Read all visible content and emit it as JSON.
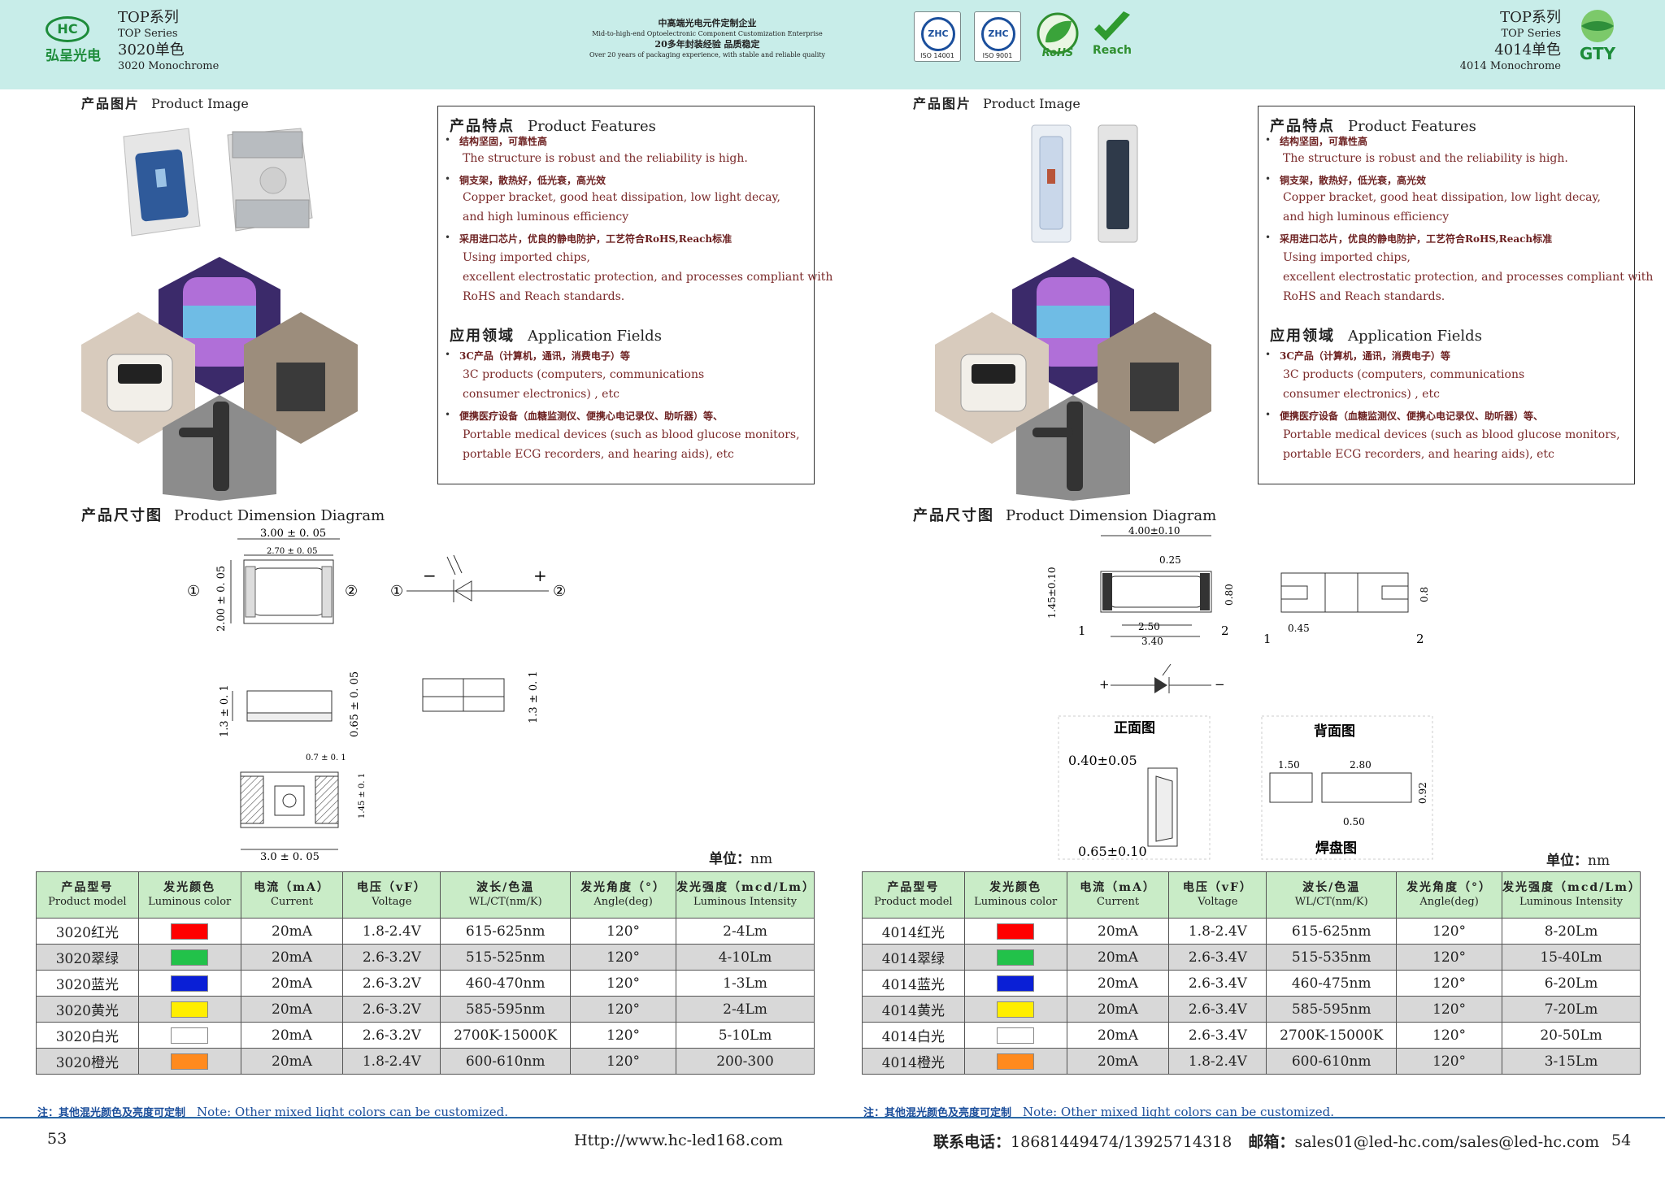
{
  "header": {
    "left_logo_text": "HC",
    "left_logo_cn": "弘呈光电",
    "left_series": {
      "cn": "TOP系列",
      "en": "TOP  Series",
      "model_cn": "3020单色",
      "model_en": "3020 Monochrome"
    },
    "company": {
      "cn1": "中高端光电元件定制企业",
      "en1": "Mid-to-high-end Optoelectronic Component Customization Enterprise",
      "cn2": "20多年封装经验 品质稳定",
      "en2": "Over 20 years of packaging experience, with stable and reliable quality"
    },
    "certs": [
      {
        "icon": "zhc-iso14001-icon",
        "mark": "ZHC",
        "label": "ISO 14001"
      },
      {
        "icon": "zhc-iso9001-icon",
        "mark": "ZHC",
        "label": "ISO 9001"
      },
      {
        "icon": "rohs-leaf-icon",
        "mark": "RoHS",
        "label": ""
      },
      {
        "icon": "reach-check-icon",
        "mark": "Reach",
        "label": ""
      }
    ],
    "right_series": {
      "cn": "TOP系列",
      "en": "TOP  Series",
      "model_cn": "4014单色",
      "model_en": "4014 Monochrome"
    },
    "right_logo_text": "GTY"
  },
  "common": {
    "product_image_cn": "产品图片",
    "product_image_en": "Product Image",
    "features_cn": "产品特点",
    "features_en": "Product Features",
    "features": [
      {
        "cn": "结构坚固，可靠性高",
        "en": [
          "The structure is robust and the reliability is high."
        ]
      },
      {
        "cn": "铜支架，散热好，低光衰，高光效",
        "en": [
          "Copper bracket, good heat dissipation, low light decay,",
          "and high luminous efficiency"
        ]
      },
      {
        "cn": "采用进口芯片，优良的静电防护，工艺符合RoHS,Reach标准",
        "en": [
          "Using imported chips,",
          "excellent electrostatic protection, and processes compliant with",
          "RoHS and Reach standards."
        ]
      }
    ],
    "applications_cn": "应用领域",
    "applications_en": "Application Fields",
    "applications": [
      {
        "cn": "3C产品（计算机，通讯，消费电子）等",
        "en": [
          "3C products (computers, communications",
          "consumer electronics) , etc"
        ]
      },
      {
        "cn": "便携医疗设备（血糖监测仪、便携心电记录仪、助听器）等、",
        "en": [
          "Portable medical devices (such as blood glucose monitors,",
          "portable ECG recorders, and hearing aids), etc"
        ]
      }
    ],
    "dimension_cn": "产品尺寸图",
    "dimension_en": "Product Dimension Diagram",
    "unit_label": "单位：",
    "unit_value": "nm",
    "table_headers": [
      {
        "cn": "产品型号",
        "en": "Product model"
      },
      {
        "cn": "发光颜色",
        "en": "Luminous color"
      },
      {
        "cn": "电流（mA）",
        "en": "Current"
      },
      {
        "cn": "电压（vF）",
        "en": "Voltage"
      },
      {
        "cn": "波长/色温",
        "en": "WL/CT(nm/K)"
      },
      {
        "cn": "发光角度（°）",
        "en": "Angle(deg)"
      },
      {
        "cn": "发光强度（mcd/Lm）",
        "en": "Luminous Intensity"
      }
    ],
    "note_cn": "注：其他混光颜色及亮度可定制",
    "note_en": "Note: Other mixed light colors can be customized."
  },
  "left_page": {
    "dims": {
      "w": "3.00 ± 0. 05",
      "inner_w": "2.70 ± 0. 05",
      "h": "2.00 ± 0. 05",
      "side_h": "1.3 ± 0. 1",
      "side_t": "0.65 ± 0. 05",
      "side2_h": "1.3 ± 0. 1",
      "pad_w": "0.7 ± 0. 1",
      "pad_h": "1.45 ± 0. 1",
      "bottom_w": "3.0 ± 0. 05",
      "pin1": "①",
      "pin2": "②",
      "minus": "−",
      "plus": "+"
    },
    "rows": [
      {
        "model": "3020红光",
        "color": "#ff0000",
        "current": "20mA",
        "voltage": "1.8-2.4V",
        "wl": "615-625nm",
        "angle": "120°",
        "intensity": "2-4Lm"
      },
      {
        "model": "3020翠绿",
        "color": "#22c24a",
        "current": "20mA",
        "voltage": "2.6-3.2V",
        "wl": "515-525nm",
        "angle": "120°",
        "intensity": "4-10Lm"
      },
      {
        "model": "3020蓝光",
        "color": "#0a1fd6",
        "current": "20mA",
        "voltage": "2.6-3.2V",
        "wl": "460-470nm",
        "angle": "120°",
        "intensity": "1-3Lm"
      },
      {
        "model": "3020黄光",
        "color": "#ffee00",
        "current": "20mA",
        "voltage": "2.6-3.2V",
        "wl": "585-595nm",
        "angle": "120°",
        "intensity": "2-4Lm"
      },
      {
        "model": "3020白光",
        "color": "#ffffff",
        "current": "20mA",
        "voltage": "2.6-3.2V",
        "wl": "2700K-15000K",
        "angle": "120°",
        "intensity": "5-10Lm"
      },
      {
        "model": "3020橙光",
        "color": "#ff8a1e",
        "current": "20mA",
        "voltage": "1.8-2.4V",
        "wl": "600-610nm",
        "angle": "120°",
        "intensity": "200-300"
      }
    ],
    "page_number": "53",
    "url": "Http://www.hc-led168.com"
  },
  "right_page": {
    "dims": {
      "w": "4.00±0.10",
      "d025": "0.25",
      "h": "1.45±0.10",
      "d080": "0.80",
      "d250": "2.50",
      "d340": "3.40",
      "d045": "0.45",
      "d08": "0.8",
      "pin1": "1",
      "pin2": "2",
      "pin1b": "1",
      "pin2b": "2",
      "front_cn": "正面图",
      "back_cn": "背面图",
      "pad_cn": "焊盘图",
      "d040": "0.40±0.05",
      "d065": "0.65±0.10",
      "d150": "1.50",
      "d280": "2.80",
      "d092": "0.92",
      "d050": "0.50",
      "plus": "+",
      "minus": "−"
    },
    "rows": [
      {
        "model": "4014红光",
        "color": "#ff0000",
        "current": "20mA",
        "voltage": "1.8-2.4V",
        "wl": "615-625nm",
        "angle": "120°",
        "intensity": "8-20Lm"
      },
      {
        "model": "4014翠绿",
        "color": "#22c24a",
        "current": "20mA",
        "voltage": "2.6-3.4V",
        "wl": "515-535nm",
        "angle": "120°",
        "intensity": "15-40Lm"
      },
      {
        "model": "4014蓝光",
        "color": "#0a1fd6",
        "current": "20mA",
        "voltage": "2.6-3.4V",
        "wl": "460-475nm",
        "angle": "120°",
        "intensity": "6-20Lm"
      },
      {
        "model": "4014黄光",
        "color": "#ffee00",
        "current": "20mA",
        "voltage": "2.6-3.4V",
        "wl": "585-595nm",
        "angle": "120°",
        "intensity": "7-20Lm"
      },
      {
        "model": "4014白光",
        "color": "#ffffff",
        "current": "20mA",
        "voltage": "2.6-3.4V",
        "wl": "2700K-15000K",
        "angle": "120°",
        "intensity": "20-50Lm"
      },
      {
        "model": "4014橙光",
        "color": "#ff8a1e",
        "current": "20mA",
        "voltage": "1.8-2.4V",
        "wl": "600-610nm",
        "angle": "120°",
        "intensity": "3-15Lm"
      }
    ],
    "contact_label": "联系电话：",
    "phones": "18681449474/13925714318",
    "email_label": "邮箱：",
    "emails": "sales01@led-hc.com/sales@led-hc.com",
    "page_number": "54"
  }
}
